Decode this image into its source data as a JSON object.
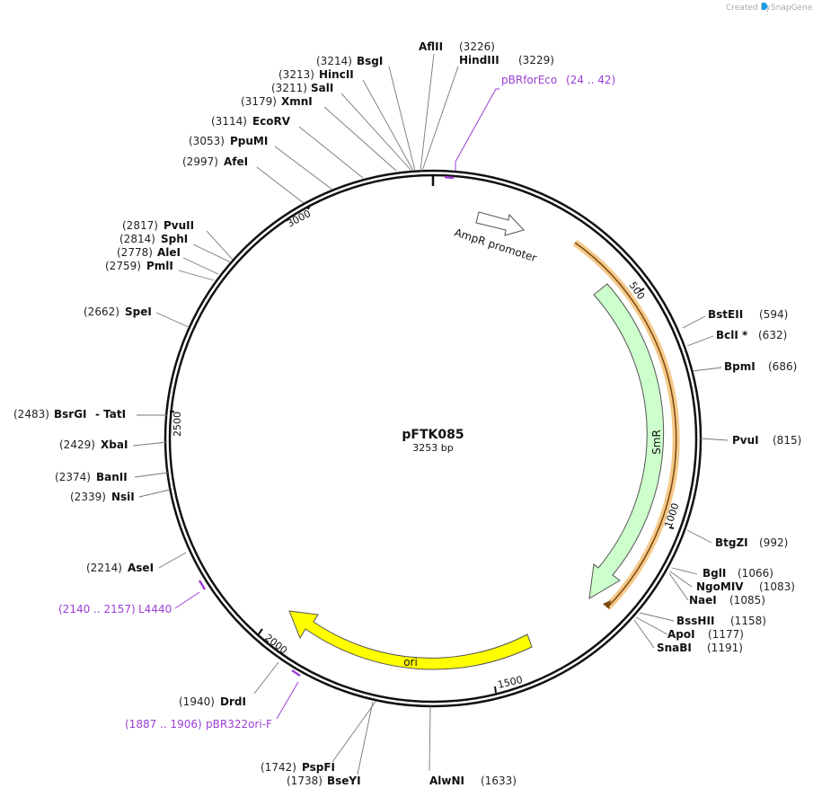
{
  "credit": "Created by",
  "brand": "SnapGene",
  "plasmid": {
    "name": "pFTK085",
    "length_label": "3253 bp",
    "length": 3253
  },
  "ticks": [
    "500",
    "1000",
    "1500",
    "2000",
    "2500",
    "3000"
  ],
  "enzymes": [
    {
      "id": "aflii",
      "name": "AflII",
      "pos": "(3226)",
      "bp": 3226
    },
    {
      "id": "hindiii",
      "name": "HindIII",
      "pos": "(3229)",
      "bp": 3229
    },
    {
      "id": "bsgi",
      "name": "BsgI",
      "pos": "(3214)",
      "bp": 3214
    },
    {
      "id": "hincii",
      "name": "HincII",
      "pos": "(3213)",
      "bp": 3213
    },
    {
      "id": "sali",
      "name": "SalI",
      "pos": "(3211)",
      "bp": 3211
    },
    {
      "id": "xmni",
      "name": "XmnI",
      "pos": "(3179)",
      "bp": 3179
    },
    {
      "id": "ecorv",
      "name": "EcoRV",
      "pos": "(3114)",
      "bp": 3114
    },
    {
      "id": "ppumi",
      "name": "PpuMI",
      "pos": "(3053)",
      "bp": 3053
    },
    {
      "id": "afei",
      "name": "AfeI",
      "pos": "(2997)",
      "bp": 2997
    },
    {
      "id": "pvuii",
      "name": "PvuII",
      "pos": "(2817)",
      "bp": 2817
    },
    {
      "id": "sphi",
      "name": "SphI",
      "pos": "(2814)",
      "bp": 2814
    },
    {
      "id": "alei",
      "name": "AleI",
      "pos": "(2778)",
      "bp": 2778
    },
    {
      "id": "pmli",
      "name": "PmlI",
      "pos": "(2759)",
      "bp": 2759
    },
    {
      "id": "spei",
      "name": "SpeI",
      "pos": "(2662)",
      "bp": 2662
    },
    {
      "id": "bsrgi",
      "name": "BsrGI",
      "pos": "(2483)",
      "bp": 2483,
      "extra": "- TatI"
    },
    {
      "id": "xbai",
      "name": "XbaI",
      "pos": "(2429)",
      "bp": 2429
    },
    {
      "id": "banii",
      "name": "BanII",
      "pos": "(2374)",
      "bp": 2374
    },
    {
      "id": "nsii",
      "name": "NsiI",
      "pos": "(2339)",
      "bp": 2339
    },
    {
      "id": "asei",
      "name": "AseI",
      "pos": "(2214)",
      "bp": 2214
    },
    {
      "id": "drdi",
      "name": "DrdI",
      "pos": "(1940)",
      "bp": 1940
    },
    {
      "id": "pspfi",
      "name": "PspFI",
      "pos": "(1742)",
      "bp": 1742
    },
    {
      "id": "bseyi",
      "name": "BseYI",
      "pos": "(1738)",
      "bp": 1738
    },
    {
      "id": "alwni",
      "name": "AlwNI",
      "pos": "(1633)",
      "bp": 1633
    },
    {
      "id": "bsteii",
      "name": "BstEII",
      "pos": "(594)",
      "bp": 594
    },
    {
      "id": "bcli",
      "name": "BclI *",
      "pos": "(632)",
      "bp": 632
    },
    {
      "id": "bpmi",
      "name": "BpmI",
      "pos": "(686)",
      "bp": 686
    },
    {
      "id": "pvui",
      "name": "PvuI",
      "pos": "(815)",
      "bp": 815
    },
    {
      "id": "btgzi",
      "name": "BtgZI",
      "pos": "(992)",
      "bp": 992
    },
    {
      "id": "bgli",
      "name": "BglI",
      "pos": "(1066)",
      "bp": 1066
    },
    {
      "id": "ngomiv",
      "name": "NgoMIV",
      "pos": "(1083)",
      "bp": 1083
    },
    {
      "id": "naei",
      "name": "NaeI",
      "pos": "(1085)",
      "bp": 1085
    },
    {
      "id": "bsshii",
      "name": "BssHII",
      "pos": "(1158)",
      "bp": 1158
    },
    {
      "id": "apoi",
      "name": "ApoI",
      "pos": "(1177)",
      "bp": 1177
    },
    {
      "id": "snabi",
      "name": "SnaBI",
      "pos": "(1191)",
      "bp": 1191
    }
  ],
  "primers": [
    {
      "id": "pbrforeco",
      "name": "pBRforEco",
      "range": "(24 .. 42)",
      "start": 24,
      "end": 42
    },
    {
      "id": "l4440",
      "name": "L4440",
      "range": "(2140 .. 2157)",
      "start": 2140,
      "end": 2157
    },
    {
      "id": "pbr322ori-f",
      "name": "pBR322ori-F",
      "range": "(1887 .. 1906)",
      "start": 1887,
      "end": 1906
    }
  ],
  "features": [
    {
      "id": "ampr-promoter",
      "name": "AmpR promoter",
      "color": "#ffffff",
      "stroke": "#777777"
    },
    {
      "id": "smr",
      "name": "SmR",
      "color": "#ccffcc",
      "stroke": "#555555"
    },
    {
      "id": "ori",
      "name": "ori",
      "color": "#ffff00",
      "stroke": "#555555"
    }
  ],
  "colors": {
    "primer": "#9b3fd6",
    "orf": "#f5c98a",
    "accent": "#1a9be6"
  }
}
